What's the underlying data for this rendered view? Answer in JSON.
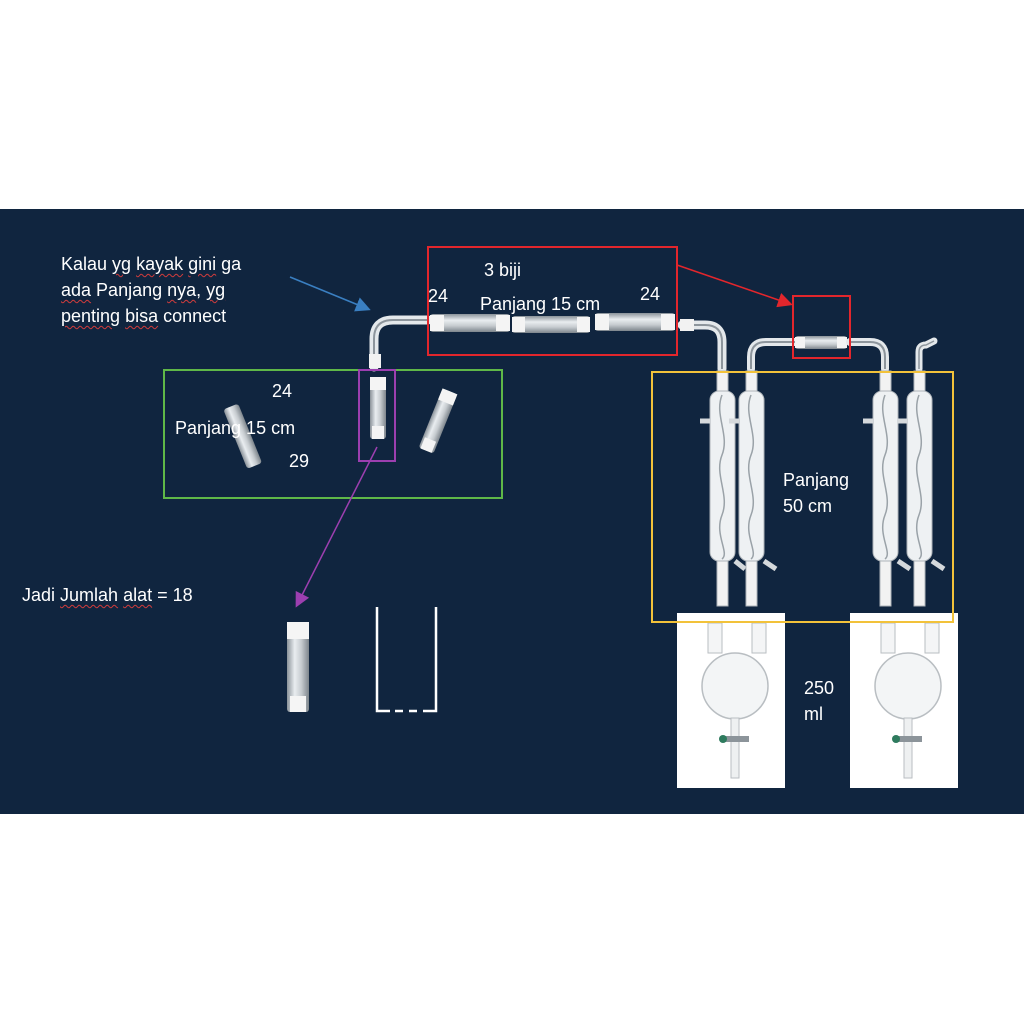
{
  "note": {
    "line1": [
      "Kalau ",
      "yg",
      " ",
      "kayak",
      " ",
      "gini",
      " ga"
    ],
    "line2": [
      "ada",
      " Panjang ",
      "nya",
      ", ",
      "yg"
    ],
    "line3": [
      "penting",
      " ",
      "bisa",
      " connect"
    ]
  },
  "top_box": {
    "count": "3 biji",
    "length": "Panjang 15 cm",
    "joint_left": "24",
    "joint_right": "24"
  },
  "left_box": {
    "joint_top": "24",
    "length": "Panjang 15 cm",
    "joint_bottom": "29"
  },
  "total": {
    "prefix": "Jadi ",
    "word1": "Jumlah",
    "space": " ",
    "word2": "alat",
    "suffix": " = 18"
  },
  "condenser_box": {
    "line1": "Panjang",
    "line2": "50 cm"
  },
  "flask": {
    "line1": "250",
    "line2": "ml"
  },
  "colors": {
    "background": "#10253f",
    "green_box": "#5fb848",
    "red_box": "#e3262c",
    "yellow_box": "#f2c23a",
    "purple_box": "#9c3fb0",
    "blue_arrow": "#3a7fc1"
  },
  "icons": [
    "glass-joint-adapter-icon",
    "bend-adapter-icon",
    "allihn-condenser-icon",
    "two-neck-flask-icon",
    "beaker-outline-icon"
  ]
}
